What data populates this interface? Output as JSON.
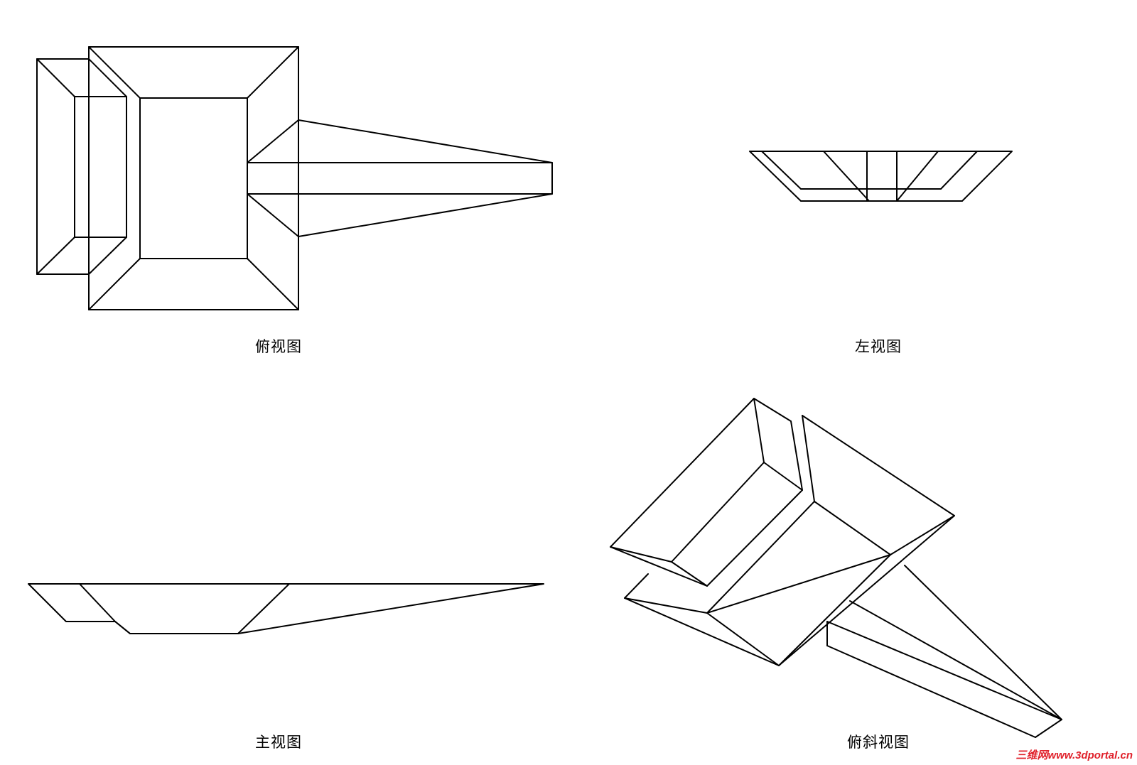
{
  "views": {
    "top": {
      "label": "俯视图"
    },
    "left": {
      "label": "左视图"
    },
    "front": {
      "label": "主视图"
    },
    "oblique": {
      "label": "俯斜视图"
    }
  },
  "watermark": {
    "text": "三维网www.3dportal.cn",
    "color": "#e0202a"
  },
  "line_color": "#000000",
  "background_color": "#ffffff"
}
